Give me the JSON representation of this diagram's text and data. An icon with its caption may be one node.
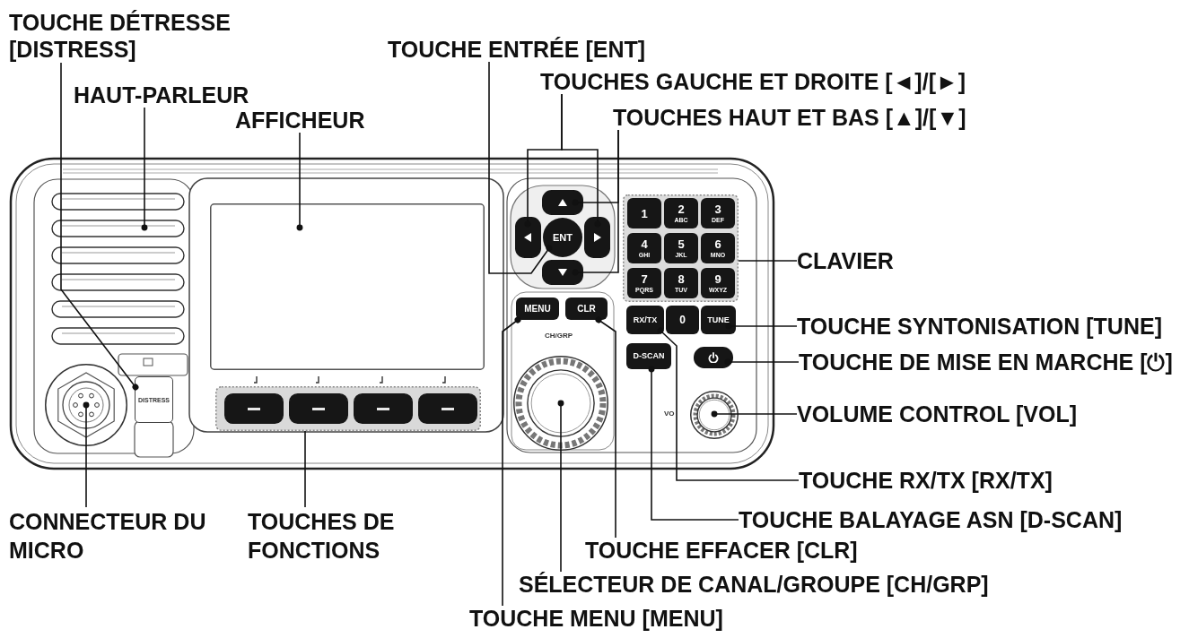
{
  "diagram": {
    "nodes": [
      {
        "text": [
          "TOUCHE DÉTRESSE [DISTRESS]"
        ]
      },
      {
        "text": [
          "TOUCHE ENTRÉE [ENT]"
        ]
      },
      {
        "text": [
          "HAUT-PARLEUR"
        ]
      },
      {
        "text": [
          "TOUCHES GAUCHE ET DROITE [◄]/[►]"
        ]
      },
      {
        "text": [
          "AFFICHEUR"
        ]
      },
      {
        "text": [
          "TOUCHES HAUT ET BAS [▲]/[▼]"
        ]
      },
      {
        "text": [
          "CLAVIER"
        ]
      },
      {
        "text": [
          "TOUCHE SYNTONISATION [TUNE]"
        ]
      },
      {
        "text": [
          "TOUCHE DE MISE EN MARCHE [⏻]"
        ]
      },
      {
        "text": [
          "VOLUME CONTROL [VOL]"
        ]
      },
      {
        "text": [
          "TOUCHE RX/TX [RX/TX]"
        ]
      },
      {
        "text": [
          "TOUCHE BALAYAGE ASN [D-SCAN]"
        ]
      },
      {
        "text": [
          "CONNECTEUR DU MICRO"
        ]
      },
      {
        "text": [
          "TOUCHES DE FONCTIONS"
        ]
      },
      {
        "text": [
          "TOUCHE EFFACER [CLR]"
        ]
      },
      {
        "text": [
          "SÉLECTEUR DE CANAL/GROUPE [CH/GRP]"
        ]
      },
      {
        "text": [
          "TOUCHE MENU [MENU]"
        ]
      },
      {
        "text": [],
        "shape": "picture"
      },
      {
        "text": [],
        "shape": "box"
      },
      {
        "text": [],
        "shape": "box"
      },
      {
        "text": [],
        "shape": "box"
      },
      {
        "text": [
          "ENT"
        ]
      },
      {
        "text": [],
        "shape": "box"
      },
      {
        "text": [],
        "shape": "box"
      },
      {
        "text": [],
        "shape": "box"
      },
      {
        "text": [
          "1"
        ],
        "in": 24
      },
      {
        "text": [
          "2",
          "ABC"
        ],
        "in": 24
      },
      {
        "text": [
          "3",
          "DEF"
        ],
        "in": 24
      },
      {
        "text": [
          "4",
          "GHI"
        ],
        "in": 24
      },
      {
        "text": [
          "5",
          "JKL"
        ],
        "in": 24
      },
      {
        "text": [
          "6",
          "MNO"
        ],
        "in": 24
      },
      {
        "text": [
          "7",
          "PQRS"
        ],
        "in": 24
      },
      {
        "text": [
          "8",
          "TUV"
        ],
        "in": 24
      },
      {
        "text": [
          "9",
          "WXYZ"
        ],
        "in": 24
      },
      {
        "text": [
          "MENU"
        ]
      },
      {
        "text": [
          "CLR"
        ]
      },
      {
        "text": [
          "RX/TX"
        ]
      },
      {
        "text": [
          "0"
        ]
      },
      {
        "text": [
          "TUNE"
        ]
      },
      {
        "text": [],
        "shape": "circle",
        "beside": [
          "CH/GRP"
        ]
      },
      {
        "text": [
          "D-SCAN"
        ]
      },
      {
        "text": [],
        "shape": "box"
      },
      {
        "text": [],
        "shape": "circle",
        "beside": [
          "VO"
        ]
      },
      {
        "text": [
          "DISTRESS"
        ]
      },
      {
        "text": [],
        "shape": "circle"
      },
      {
        "text": [],
        "shape": "box"
      },
      {
        "text": [],
        "shape": "box",
        "in": 45
      },
      {
        "text": [],
        "shape": "box",
        "in": 45
      },
      {
        "text": [],
        "shape": "box",
        "in": 45
      },
      {
        "text": [],
        "shape": "box",
        "in": 45
      }
    ],
    "edges": [
      {
        "from": 0,
        "to": 43,
        "arrow": "other"
      },
      {
        "from": 1,
        "to": 21,
        "arrow": "other"
      },
      {
        "from": 2,
        "to": 17,
        "arrow": "other"
      },
      {
        "from": 3,
        "to": 20,
        "arrow": "other"
      },
      {
        "from": 3,
        "to": 22,
        "arrow": "other"
      },
      {
        "from": 4,
        "to": 18,
        "arrow": "other"
      },
      {
        "from": 5,
        "to": 19,
        "arrow": "other"
      },
      {
        "from": 5,
        "to": 23,
        "arrow": "other"
      },
      {
        "from": 6,
        "to": 24,
        "arrow": "none"
      },
      {
        "from": 7,
        "to": 38,
        "arrow": "other"
      },
      {
        "from": 8,
        "to": 41,
        "arrow": "other"
      },
      {
        "from": 9,
        "to": 42,
        "arrow": "other"
      },
      {
        "from": 10,
        "to": 36,
        "arrow": "other"
      },
      {
        "from": 11,
        "to": 40,
        "arrow": "other"
      },
      {
        "from": 12,
        "to": 44,
        "arrow": "other"
      },
      {
        "from": 13,
        "to": 45,
        "arrow": "none"
      },
      {
        "from": 14,
        "to": 35,
        "arrow": "other"
      },
      {
        "from": 15,
        "to": 39,
        "arrow": "other"
      },
      {
        "from": 16,
        "to": 34,
        "arrow": "other"
      }
    ]
  }
}
